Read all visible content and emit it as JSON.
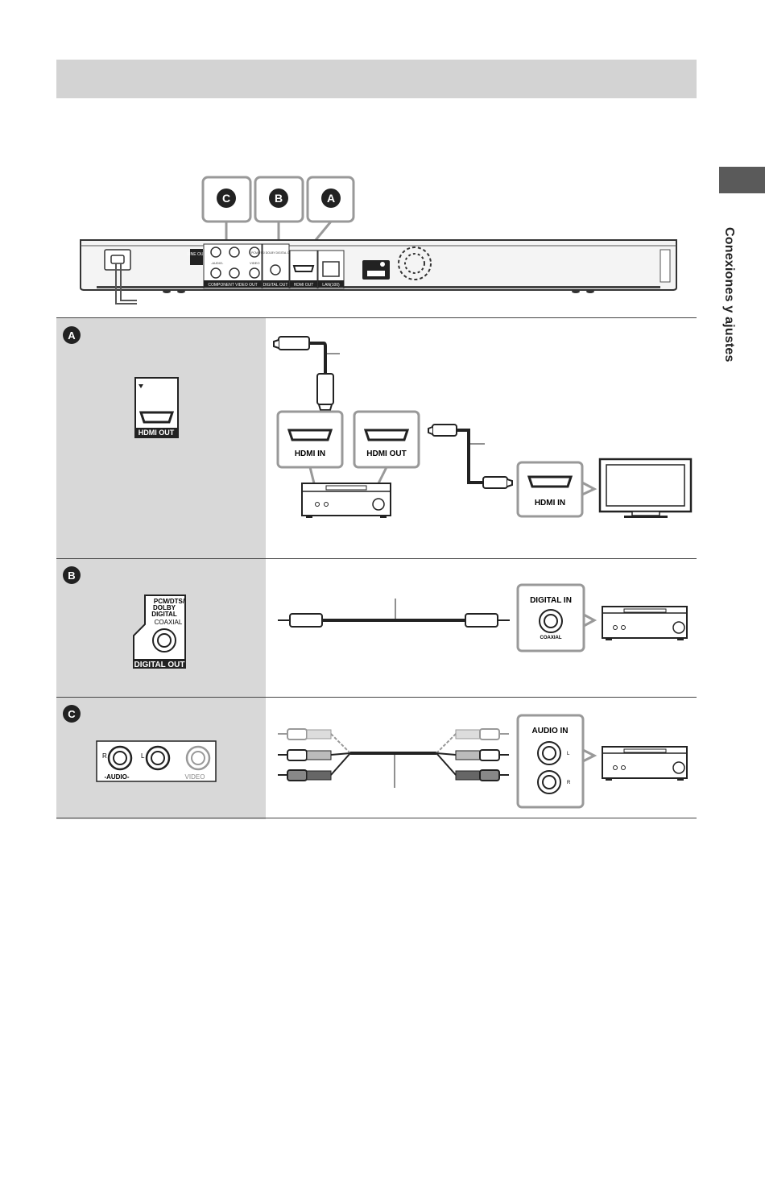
{
  "side_tab": {
    "label": "Conexiones y ajustes"
  },
  "callouts": {
    "a": "A",
    "b": "B",
    "c": "C"
  },
  "rear_panel": {
    "line_out": "LINE OUT",
    "audio": "-AUDIO-",
    "video": "VIDEO",
    "component_video_out": "COMPONENT VIDEO OUT",
    "pcm_dolby": "PCM/DTS/ DOLBY DIGITAL COAXIAL",
    "digital_out": "DIGITAL OUT",
    "hdmi_out": "HDMI OUT",
    "lan": "LAN(100)",
    "r": "R",
    "l": "L",
    "y": "Y",
    "pb": "PB",
    "pr": "PR"
  },
  "row_a": {
    "badge": "A",
    "port_label": "HDMI OUT",
    "hdmi_in_1": "HDMI IN",
    "hdmi_out_1": "HDMI OUT",
    "hdmi_in_2": "HDMI IN"
  },
  "row_b": {
    "badge": "B",
    "pcm": "PCM/DTS/",
    "dolby": "DOLBY",
    "digital": "DIGITAL",
    "coaxial": "COAXIAL",
    "port_label": "DIGITAL OUT",
    "digital_in": "DIGITAL IN",
    "coaxial_small": "COAXIAL"
  },
  "row_c": {
    "badge": "C",
    "r": "R",
    "l": "L",
    "audio": "-AUDIO-",
    "video": "VIDEO",
    "audio_in": "AUDIO IN",
    "l_small": "L",
    "r_small": "R"
  }
}
